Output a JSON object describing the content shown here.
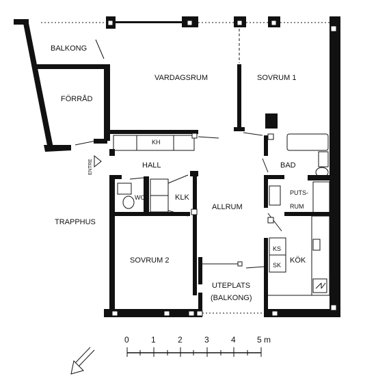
{
  "rooms": {
    "balkong": "BALKONG",
    "forrad": "FÖRRÅD",
    "vardagsrum": "VARDAGSRUM",
    "sovrum1": "SOVRUM 1",
    "kh": "KH",
    "entre": "ENTRE",
    "hall": "HALL",
    "bad": "BAD",
    "wc": "WC",
    "klk": "KLK",
    "allrum": "ALLRUM",
    "puts": "PUTS-",
    "rum": "RUM",
    "trapphus": "TRAPPHUS",
    "ks": "KS",
    "sk": "SK",
    "kok": "KÖK",
    "sovrum2": "SOVRUM 2",
    "uteplats": "UTEPLATS",
    "balkong2": "(BALKONG)"
  },
  "scale": {
    "labels": [
      "0",
      "1",
      "2",
      "3",
      "4",
      "5 m"
    ]
  }
}
